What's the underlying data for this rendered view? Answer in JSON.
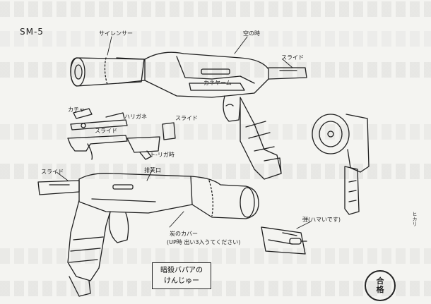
{
  "sheet": {
    "code": "SM-5"
  },
  "labels": {
    "silencer": "サイレンサー",
    "empty_state": "空の時",
    "slide": "スライド",
    "engraving": "カネヤーム",
    "hammer": "カチャ",
    "part_note": "ハリガネ",
    "trigger_note": "ト-リガ時",
    "ejection": "排莢口",
    "cover": "炭のカバー",
    "cover_note": "(UP時 出い3入うてください)",
    "bullet": "弾(ハマいです)"
  },
  "caption": {
    "line1": "暗殺バパアの",
    "line2": "けんじゅー"
  },
  "stamp": {
    "char1": "合",
    "char2": "格"
  },
  "margin_note": "ヒカリ"
}
